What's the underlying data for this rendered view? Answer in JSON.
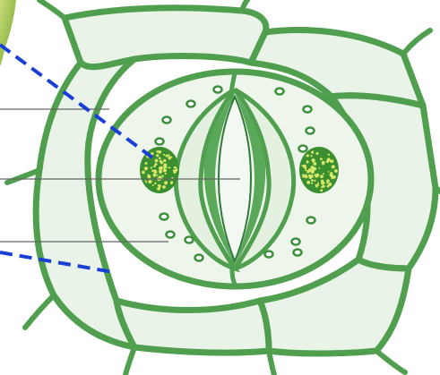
{
  "figure": {
    "subject": "stoma-guard-cells",
    "colors": {
      "background": "#ffffff",
      "cell_wall": "#5aa85a",
      "cell_wall_dark": "#2f7a3a",
      "cell_fill": "#e8f2e6",
      "guard_cell_fill": "#e4f0e0",
      "guard_cell_band": "#5aa85a",
      "pore_fill": "#f4f8f2",
      "chloroplast": "#3f8f3f",
      "nucleus_fill": "#3c8f2f",
      "nucleus_speckle": "#d7e86a",
      "leader_blue": "#1a3fd6",
      "leader_grey": "#555555",
      "leaf_photo": "#a8c85a"
    },
    "label_lines": {
      "count": 3,
      "text": [
        "",
        "",
        ""
      ]
    },
    "pointer_lines": {
      "count": 2,
      "style": "dashed-blue"
    }
  }
}
